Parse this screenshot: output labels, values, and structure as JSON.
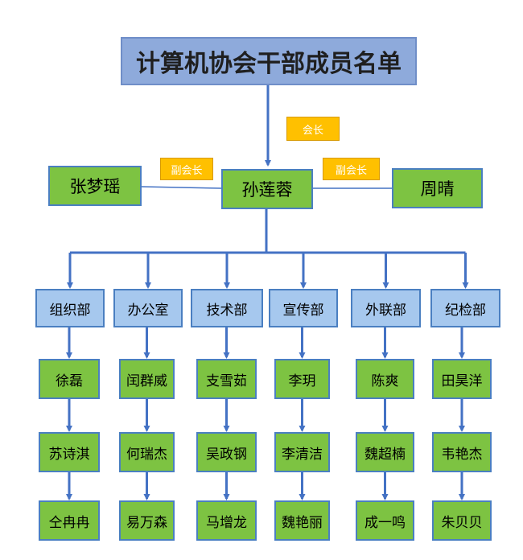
{
  "title": "计算机协会干部成员名单",
  "president": {
    "name": "孙莲蓉",
    "tag": "会长"
  },
  "vice_presidents": [
    {
      "name": "张梦瑶",
      "tag": "副会长"
    },
    {
      "name": "周晴",
      "tag": "副会长"
    }
  ],
  "departments": [
    {
      "name": "组织部",
      "members": [
        "徐磊",
        "苏诗淇",
        "仝冉冉"
      ]
    },
    {
      "name": "办公室",
      "members": [
        "闰群威",
        "何瑞杰",
        "易万森"
      ]
    },
    {
      "name": "技术部",
      "members": [
        "支雪茹",
        "吴政钢",
        "马增龙"
      ]
    },
    {
      "name": "宣传部",
      "members": [
        "李玥",
        "李清洁",
        "魏艳丽"
      ]
    },
    {
      "name": "外联部",
      "members": [
        "陈爽",
        "魏超楠",
        "成一鸣"
      ]
    },
    {
      "name": "纪检部",
      "members": [
        "田昊洋",
        "韦艳杰",
        "朱贝贝"
      ]
    }
  ],
  "colors": {
    "title_fill": "#8eaadb",
    "member_fill": "#7dc342",
    "dept_fill": "#a6c8ee",
    "tag_fill": "#ffc000",
    "line": "#4472c4"
  }
}
